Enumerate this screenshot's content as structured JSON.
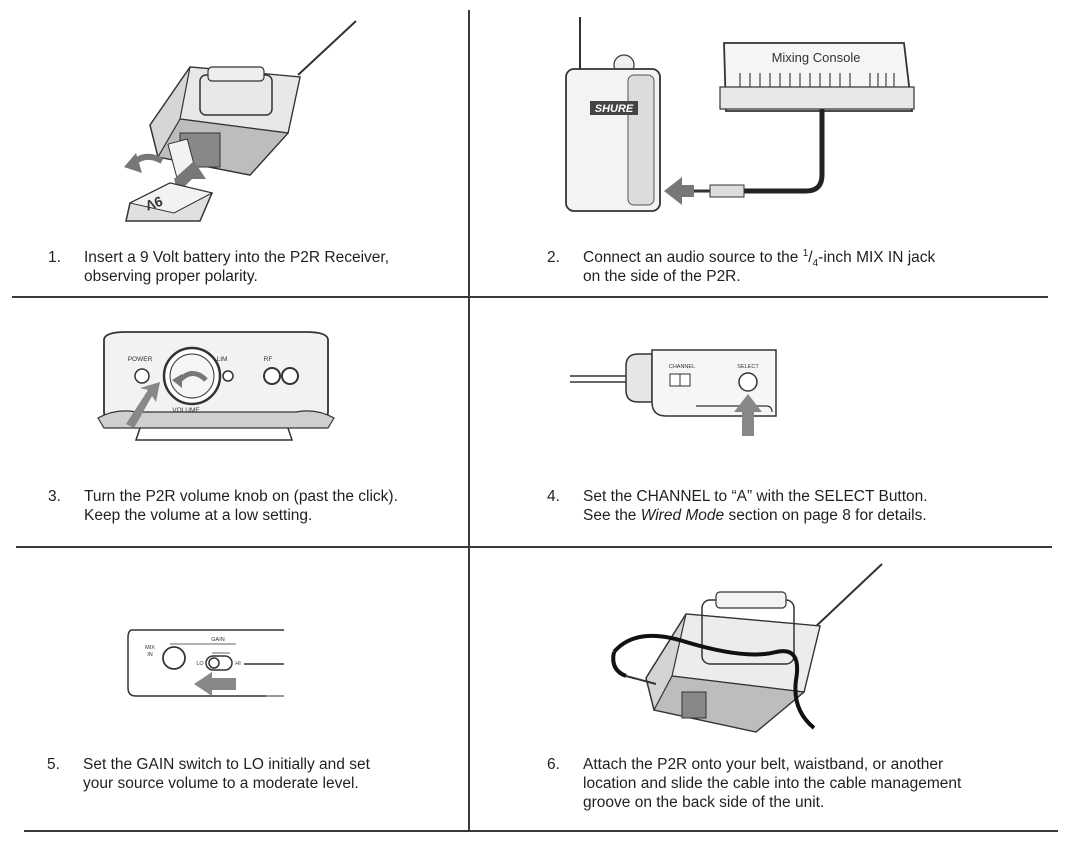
{
  "steps": [
    {
      "num": "1.",
      "line1": "Insert a 9 Volt battery into the P2R Receiver,",
      "line2": "observing proper polarity."
    },
    {
      "num": "2.",
      "line1_a": "Connect an audio source to the ",
      "line1_sup": "1",
      "line1_sub": "4",
      "line1_b": "-inch MIX IN jack",
      "line2": "on the side of the P2R."
    },
    {
      "num": "3.",
      "line1": "Turn the P2R volume knob on (past the click).",
      "line2": "Keep the volume at a low setting."
    },
    {
      "num": "4.",
      "line1": "Set the CHANNEL to “A” with the SELECT Button.",
      "line2_a": "See the ",
      "line2_em": "Wired Mode",
      "line2_b": " section on page 8 for details."
    },
    {
      "num": "5.",
      "line1": "Set the GAIN switch to LO initially and set",
      "line2": "your source volume to a moderate level."
    },
    {
      "num": "6.",
      "line1": "Attach the P2R onto your belt, waistband, or another",
      "line2": "location and slide the cable into the cable management",
      "line3": "groove on the back side of the unit."
    }
  ],
  "labels": {
    "battery": "9V",
    "console": "Mixing Console",
    "brand": "SHURE",
    "power": "POWER",
    "lim": "LIM",
    "rf": "RF",
    "volume": "VOLUME",
    "channel": "CHANNEL",
    "select": "SELECT",
    "gain": "GAIN",
    "mix_in_1": "MIX",
    "mix_in_2": "IN",
    "lo": "LO",
    "hi": "HI"
  }
}
